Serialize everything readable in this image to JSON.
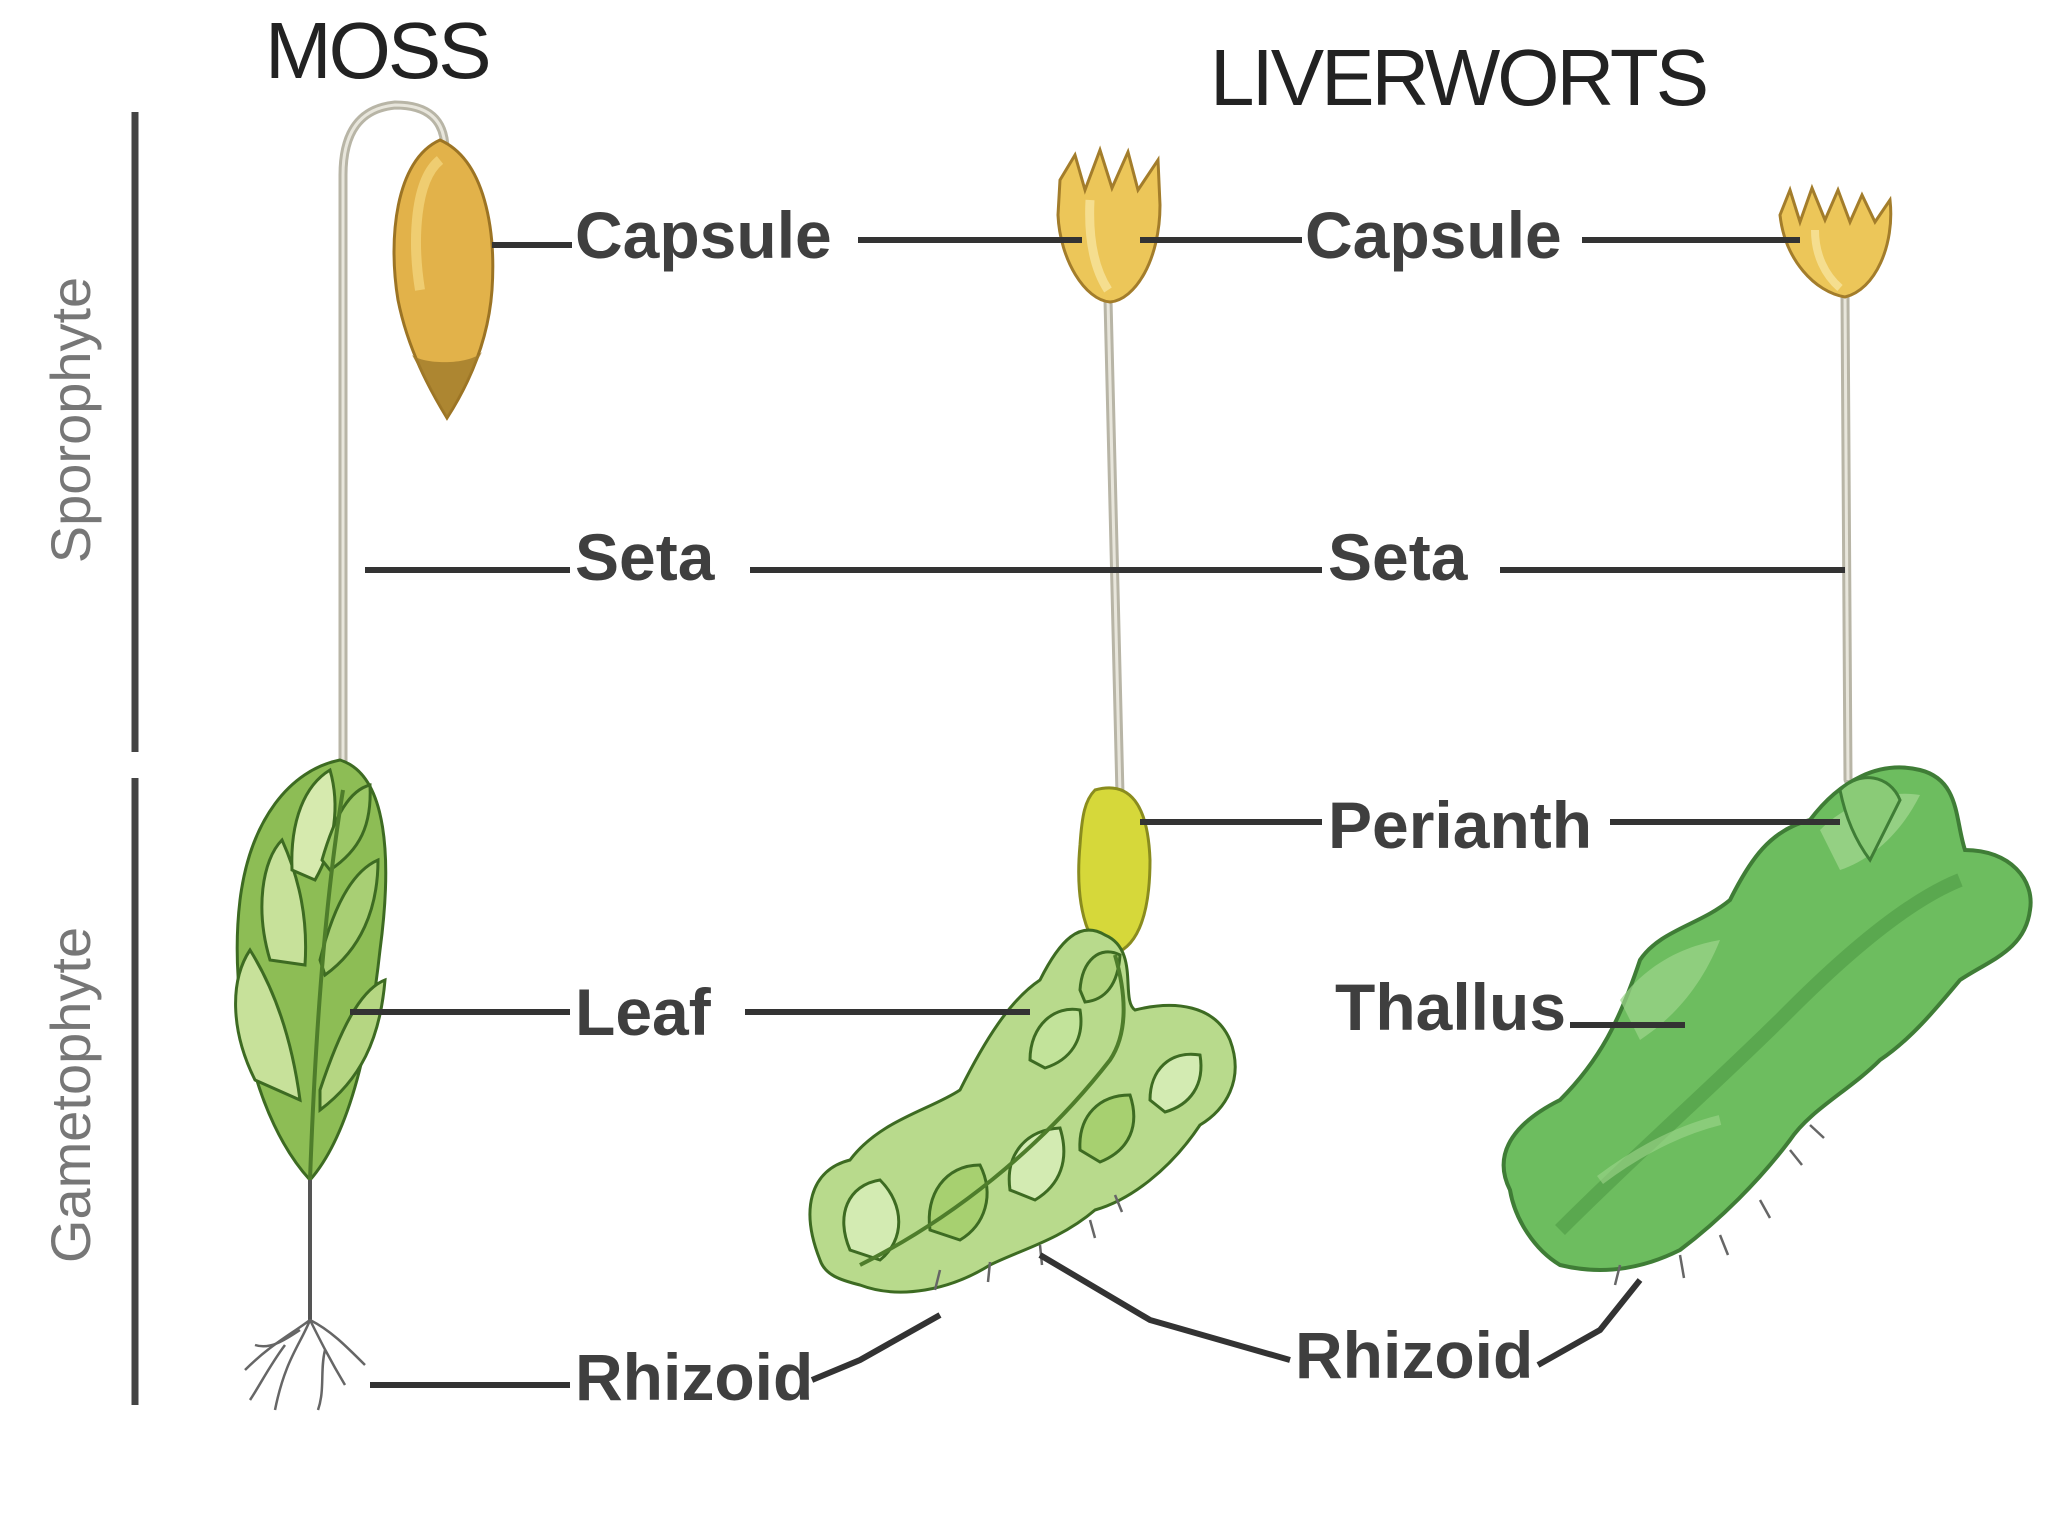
{
  "headings": {
    "moss": "MOSS",
    "liverworts": "LIVERWORTS"
  },
  "side_labels": {
    "sporophyte": "Sporophyte",
    "gametophyte": "Gametophyte"
  },
  "labels": {
    "moss_capsule": "Capsule",
    "liverwort_capsule": "Capsule",
    "moss_seta": "Seta",
    "liverwort_seta": "Seta",
    "perianth": "Perianth",
    "leaf": "Leaf",
    "thallus": "Thallus",
    "moss_rhizoid": "Rhizoid",
    "liverwort_rhizoid": "Rhizoid"
  },
  "colors": {
    "capsule": "#e2b24a",
    "capsule_light": "#f5d882",
    "leaf_dark": "#7fae48",
    "leaf_light": "#c7e19a",
    "perianth": "#d6d83a",
    "thallus": "#6dbd5f",
    "thallus_light": "#9ed58c"
  }
}
